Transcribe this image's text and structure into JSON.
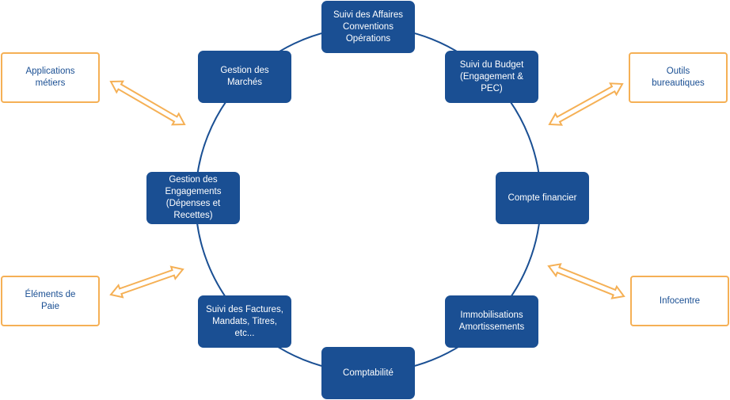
{
  "colors": {
    "node_fill": "#1a4f93",
    "circle_stroke": "#1a4f93",
    "external_border": "#f5b055",
    "arrow_stroke": "#f5b055",
    "external_text": "#1a4f93"
  },
  "modules": {
    "suivi_affaires": "Suivi des Affaires\nConventions\nOpérations",
    "suivi_budget": "Suivi du Budget\n(Engagement &\nPEC)",
    "compte_financier": "Compte financier",
    "immobilisations": "Immobilisations\nAmortissements",
    "comptabilite": "Comptabilité",
    "suivi_factures": "Suivi des Factures,\nMandats, Titres,\netc...",
    "gestion_engagements": "Gestion des\nEngagements\n(Dépenses et\nRecettes)",
    "gestion_marches": "Gestion des\nMarchés"
  },
  "external_systems": {
    "applications_metiers": "Applications\nmétiers",
    "elements_paie": "Éléments de\nPaie",
    "outils_bureautiques": "Outils\nbureautiques",
    "infocentre": "Infocentre"
  }
}
